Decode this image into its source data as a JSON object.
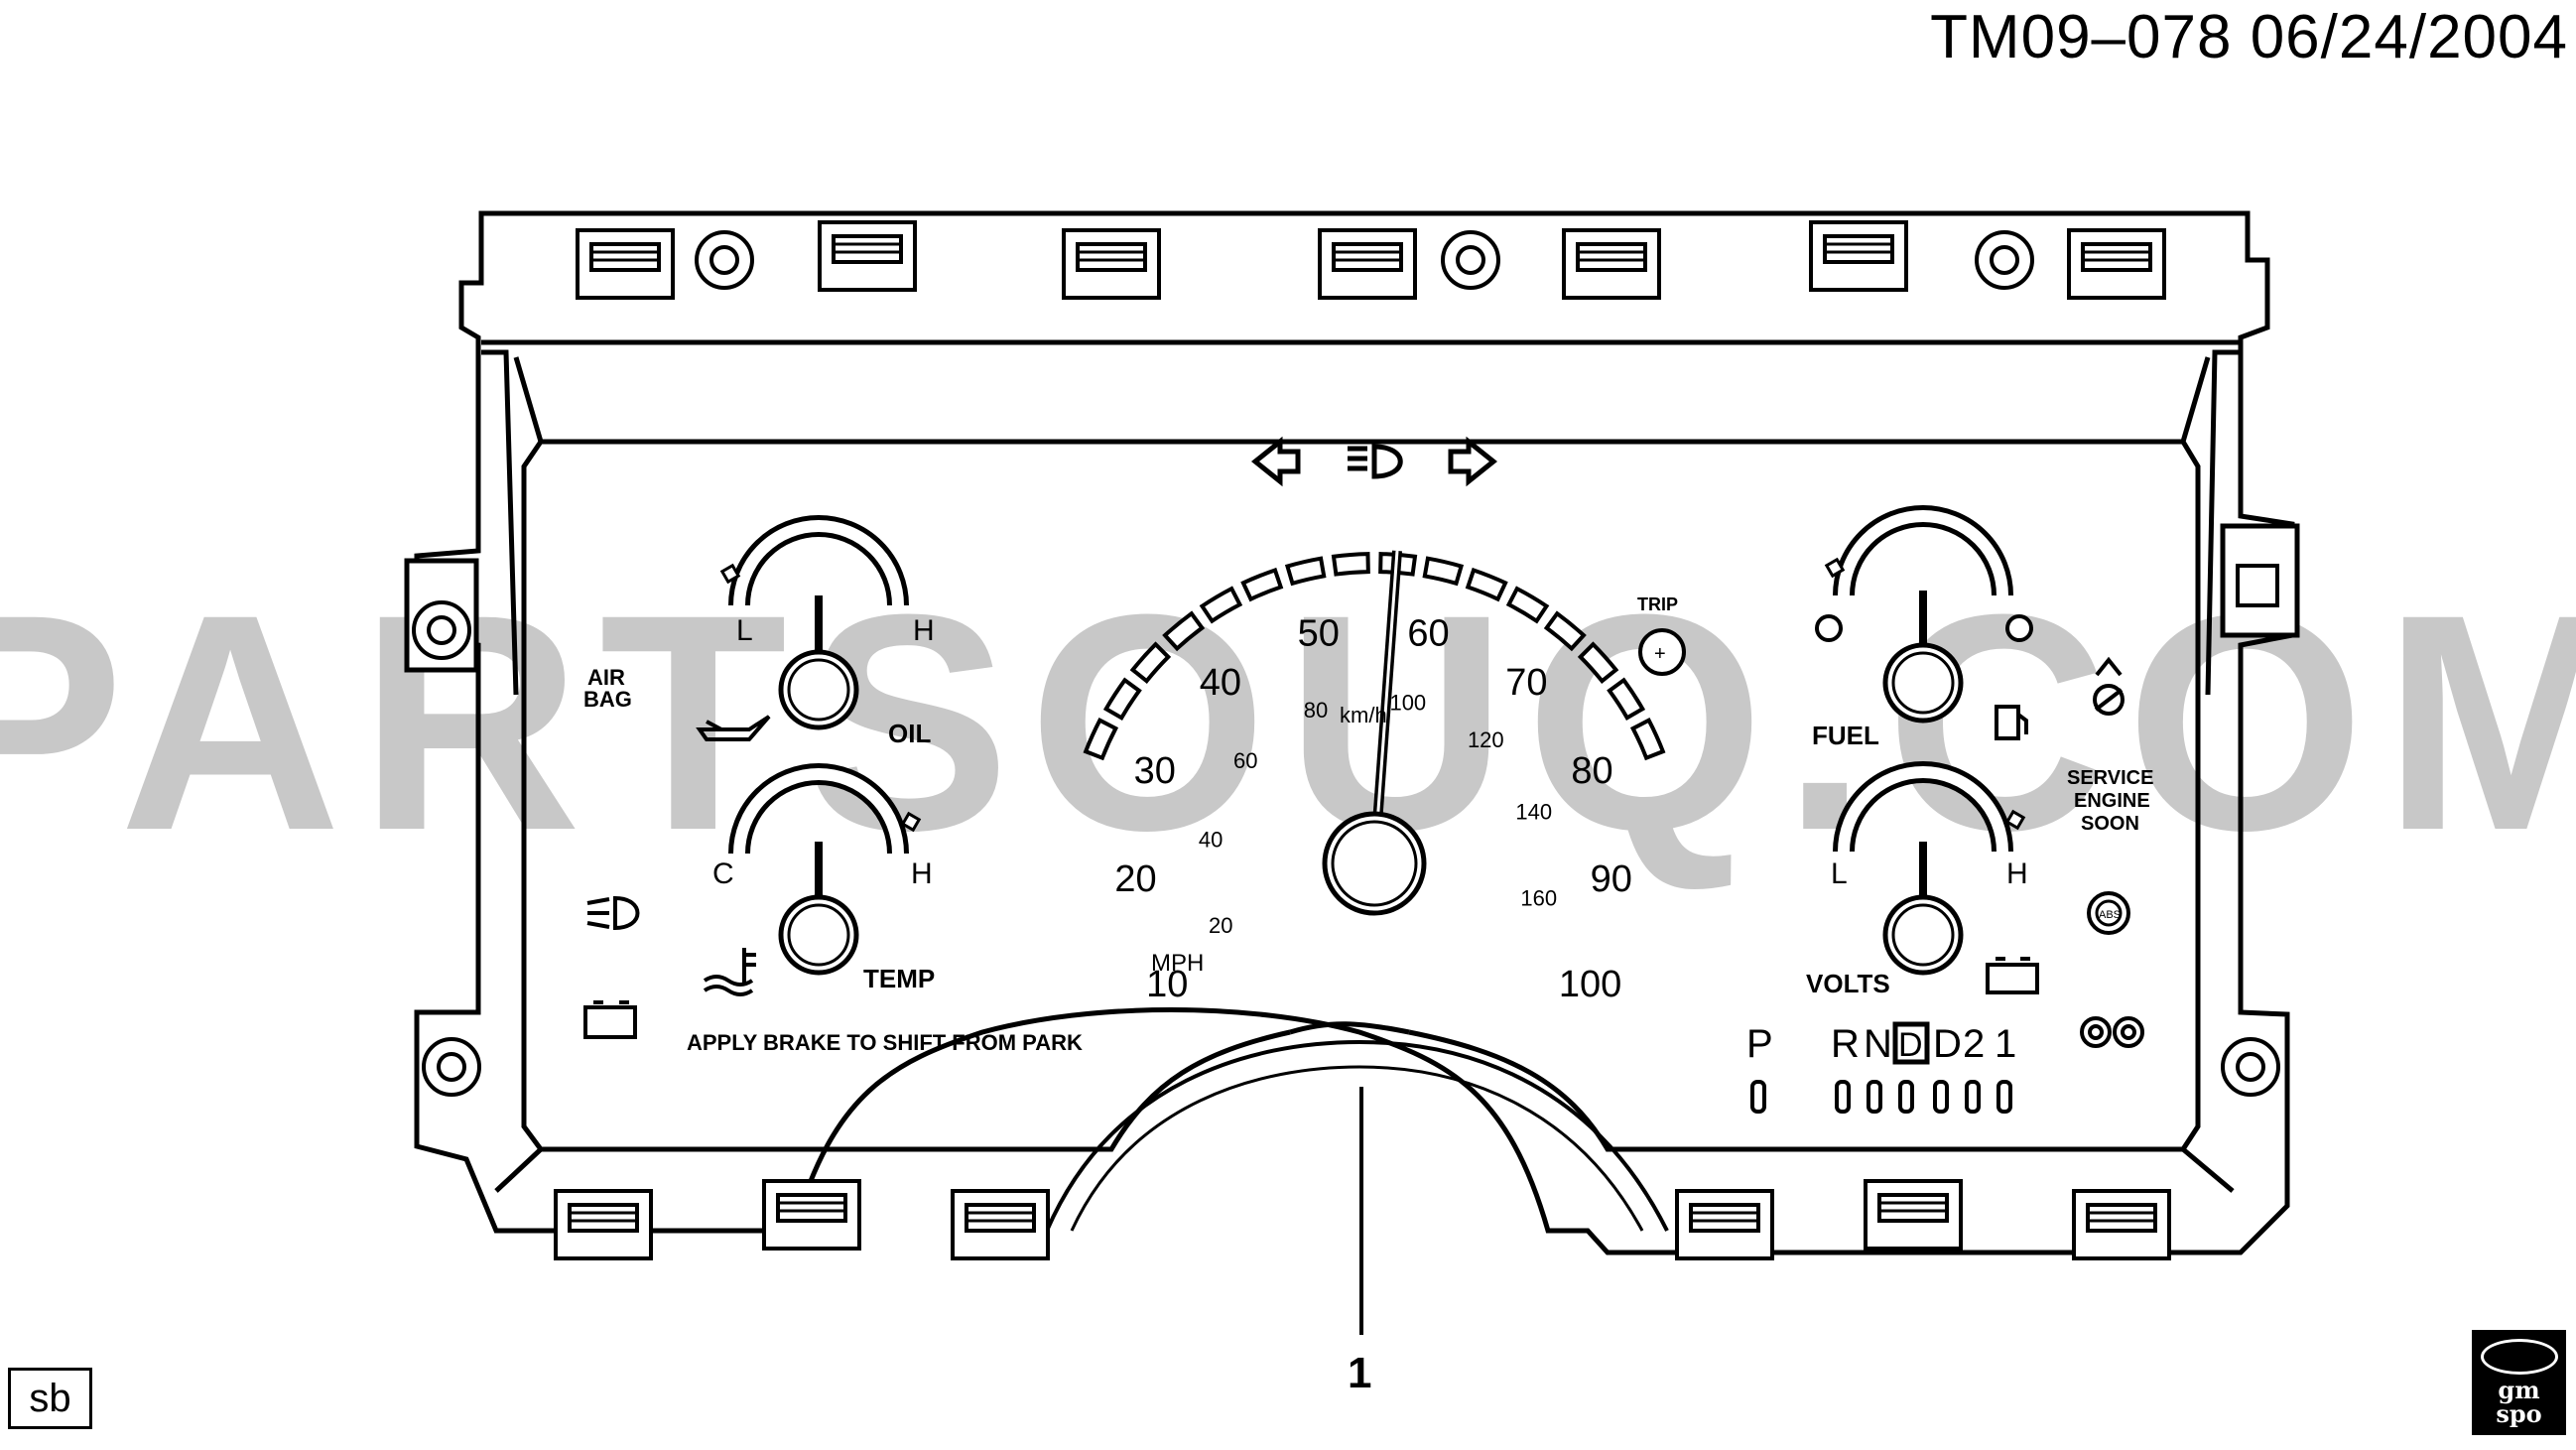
{
  "header": {
    "doc_id": "TM09–078  06/24/2004"
  },
  "footer": {
    "tag": "sb",
    "logo_line1": "gm",
    "logo_line2": "spo"
  },
  "watermark": {
    "text": "PARTSOUQ.COM"
  },
  "callout": {
    "label": "1"
  },
  "cluster": {
    "oil_gauge": {
      "low": "L",
      "high": "H",
      "label": "OIL"
    },
    "temp_gauge": {
      "low": "C",
      "high": "H",
      "label": "TEMP"
    },
    "fuel_gauge": {
      "label": "FUEL"
    },
    "volts_gauge": {
      "low": "L",
      "high": "H",
      "label": "VOLTS"
    },
    "speedometer": {
      "mph_ticks": [
        "10",
        "20",
        "30",
        "40",
        "50",
        "60",
        "70",
        "80",
        "90",
        "100"
      ],
      "kmh_ticks": [
        "20",
        "40",
        "60",
        "80",
        "100",
        "120",
        "140",
        "160"
      ],
      "mph_label": "MPH",
      "kmh_label": "km/h"
    },
    "airbag_label": "AIR\nBAG",
    "trip_label": "TRIP",
    "service_engine_label": "SERVICE\nENGINE\nSOON",
    "abs_label": "ABS",
    "apply_brake_text": "APPLY BRAKE TO SHIFT FROM PARK",
    "prndl": [
      "P",
      "R",
      "N",
      "D",
      "D",
      "2",
      "1"
    ]
  },
  "colors": {
    "line": "#000000",
    "watermark": "#c8c8c8",
    "background": "#ffffff"
  }
}
